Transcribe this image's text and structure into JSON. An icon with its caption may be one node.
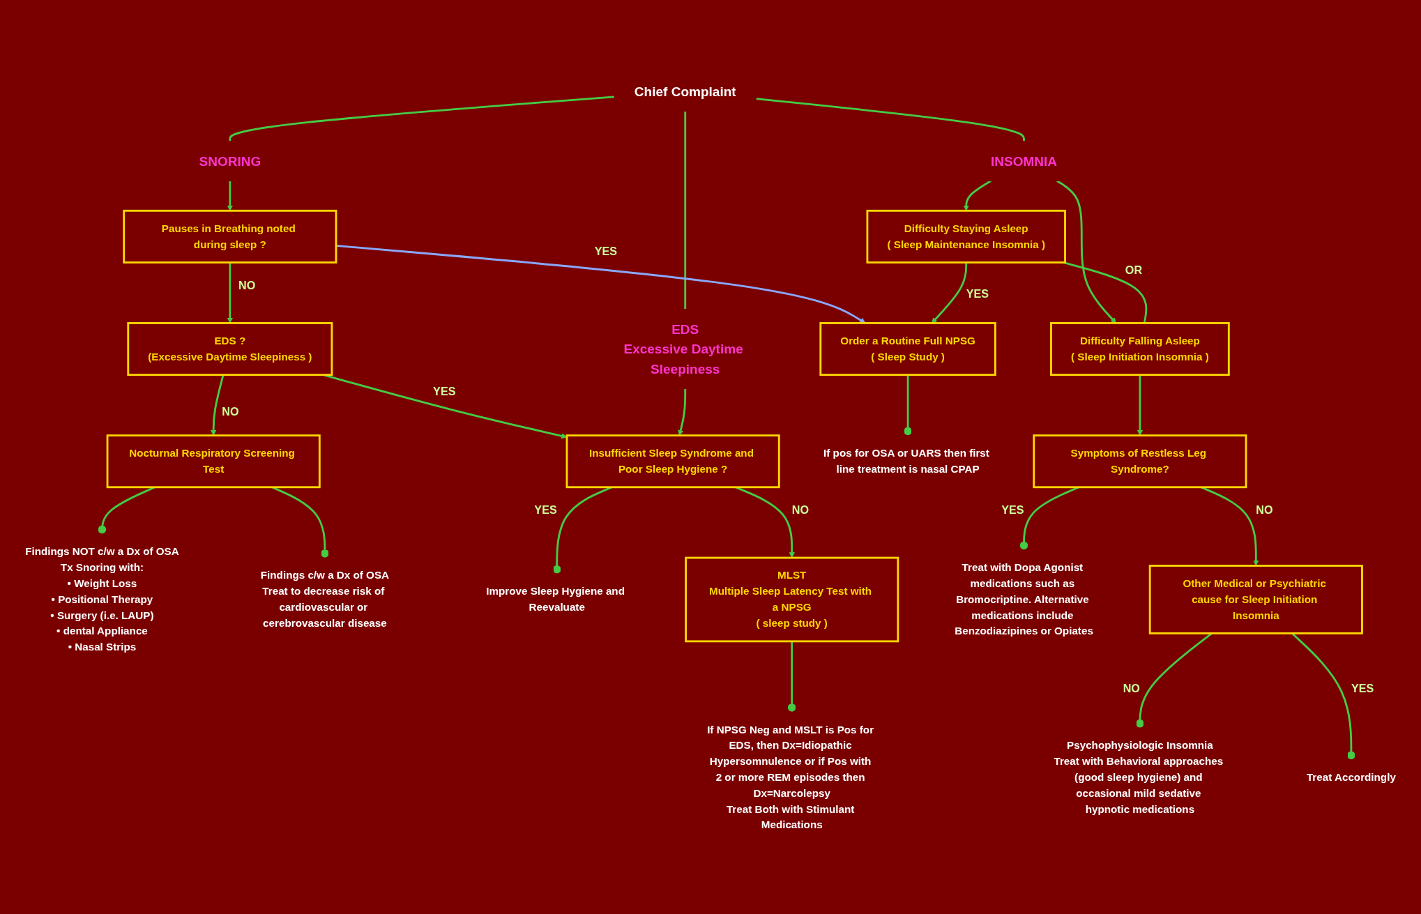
{
  "diagram": {
    "nodes": [
      {
        "text": [
          "Chief Complaint"
        ]
      },
      {
        "text": [
          "SNORING"
        ]
      },
      {
        "text": [
          "EDS",
          "Excessive Daytime Sleepiness"
        ]
      },
      {
        "text": [
          "INSOMNIA"
        ]
      },
      {
        "text": [
          "Pauses in Breathing noted during sleep ?"
        ]
      },
      {
        "text": [
          "EDS ?",
          "(Excessive Daytime Sleepiness )"
        ]
      },
      {
        "text": [
          "Nocturnal Respiratory Screening Test"
        ]
      },
      {
        "text": [
          "Findings NOT c/w a Dx of OSA",
          "Tx Snoring with:",
          "• Weight Loss",
          "• Positional Therapy",
          "• Surgery (i.e. LAUP)",
          "• dental Appliance",
          "• Nasal Strips"
        ]
      },
      {
        "text": [
          "Findings c/w a Dx of OSA",
          "Treat to decrease risk of cardiovascular or cerebrovascular disease"
        ]
      },
      {
        "text": [
          "Insufficient Sleep Syndrome and Poor Sleep Hygiene ?"
        ]
      },
      {
        "text": [
          "Improve Sleep Hygiene and Reevaluate"
        ]
      },
      {
        "text": [
          "MLST",
          "Multiple Sleep Latency Test with a NPSG",
          "( sleep study )"
        ]
      },
      {
        "text": [
          "If NPSG Neg and MSLT is Pos for EDS, then Dx=Idiopathic Hypersomnulence or if Pos with 2 or more REM episodes then Dx=Narcolepsy",
          "Treat Both with Stimulant Medications"
        ]
      },
      {
        "text": [
          "Difficulty Staying Asleep",
          "( Sleep Maintenance Insomnia )"
        ]
      },
      {
        "text": [
          "Difficulty Falling Asleep",
          "( Sleep Initiation Insomnia )"
        ]
      },
      {
        "text": [
          "Order a Routine Full NPSG",
          "( Sleep Study )"
        ]
      },
      {
        "text": [
          "If pos for OSA or UARS then first line treatment is nasal CPAP"
        ]
      },
      {
        "text": [
          "Symptoms of Restless Leg Syndrome?"
        ]
      },
      {
        "text": [
          "Treat with Dopa Agonist medications such as Bromocriptine. Alternative medications include Benzodiazipines or Opiates"
        ]
      },
      {
        "text": [
          "Other Medical or Psychiatric cause for Sleep Initiation Insomnia"
        ]
      },
      {
        "text": [
          "Psychophysiologic Insomnia",
          "Treat with Behavioral approaches (good sleep hygiene) and occasional mild sedative hypnotic medications"
        ]
      },
      {
        "text": [
          "Treat Accordingly"
        ]
      }
    ],
    "edges": [
      {
        "from": 0,
        "to": 1,
        "arrow": "none"
      },
      {
        "from": 0,
        "to": 2,
        "arrow": "none"
      },
      {
        "from": 0,
        "to": 3,
        "arrow": "none"
      },
      {
        "from": 1,
        "to": 4,
        "arrow": "to"
      },
      {
        "from": 4,
        "to": 15,
        "arrow": "to",
        "label": "YES",
        "color": "#8aa8ff"
      },
      {
        "from": 4,
        "to": 5,
        "arrow": "to",
        "label": "NO"
      },
      {
        "from": 5,
        "to": 9,
        "arrow": "to",
        "label": "YES"
      },
      {
        "from": 5,
        "to": 6,
        "arrow": "to",
        "label": "NO"
      },
      {
        "from": 2,
        "to": 9,
        "arrow": "to"
      },
      {
        "from": 6,
        "to": 7,
        "arrow": "other"
      },
      {
        "from": 6,
        "to": 8,
        "arrow": "other"
      },
      {
        "from": 9,
        "to": 10,
        "arrow": "other",
        "label": "YES"
      },
      {
        "from": 9,
        "to": 11,
        "arrow": "to",
        "label": "NO"
      },
      {
        "from": 11,
        "to": 12,
        "arrow": "other"
      },
      {
        "from": 3,
        "to": 13,
        "arrow": "to"
      },
      {
        "from": 3,
        "to": 14,
        "arrow": "to"
      },
      {
        "from": 13,
        "to": 14,
        "arrow": "none",
        "label": "OR"
      },
      {
        "from": 13,
        "to": 15,
        "arrow": "to",
        "label": "YES"
      },
      {
        "from": 14,
        "to": 17,
        "arrow": "to"
      },
      {
        "from": 15,
        "to": 16,
        "arrow": "other"
      },
      {
        "from": 17,
        "to": 18,
        "arrow": "other",
        "label": "YES"
      },
      {
        "from": 17,
        "to": 19,
        "arrow": "to",
        "label": "NO"
      },
      {
        "from": 19,
        "to": 20,
        "arrow": "other",
        "label": "NO"
      },
      {
        "from": 19,
        "to": 21,
        "arrow": "other",
        "label": "YES"
      }
    ]
  }
}
